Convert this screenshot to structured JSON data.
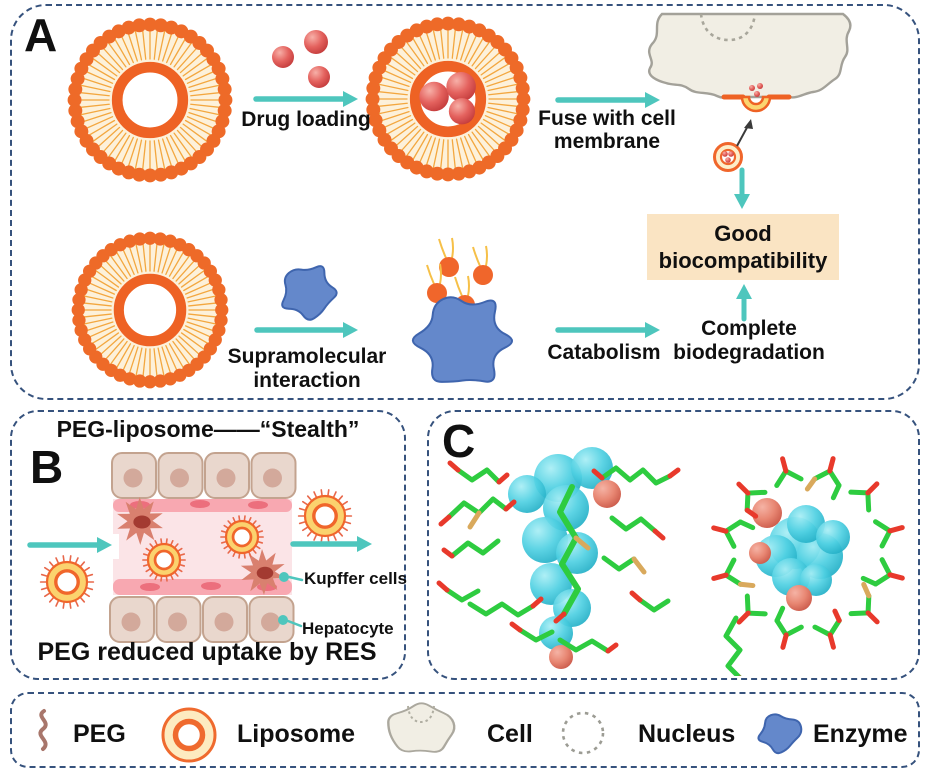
{
  "panels": {
    "a": {
      "label": "A",
      "steps": {
        "drug_loading": "Drug loading",
        "fuse": "Fuse with cell\nmembrane",
        "supramolecular": "Supramolecular\ninteraction",
        "catabolism": "Catabolism",
        "complete": "Complete\nbiodegradation"
      },
      "good_box": "Good\nbiocompatibility"
    },
    "b": {
      "label": "B",
      "title": "PEG-liposome——“Stealth”",
      "kupffer": "Kupffer cells",
      "hepatocyte": "Hepatocyte",
      "caption": "PEG reduced uptake by RES"
    },
    "c": {
      "label": "C"
    }
  },
  "legend": {
    "items": [
      {
        "label": "PEG",
        "icon": "peg-squiggle-icon"
      },
      {
        "label": "Liposome",
        "icon": "liposome-icon"
      },
      {
        "label": "Cell",
        "icon": "cell-icon"
      },
      {
        "label": "Nucleus",
        "icon": "nucleus-icon"
      },
      {
        "label": "Enzyme",
        "icon": "enzyme-icon"
      }
    ]
  },
  "colors": {
    "accent_teal": "#4EC6BD",
    "orange": "#F0662B",
    "orange_dark": "#EE6224",
    "cream": "#FDF1DA",
    "navy_border": "#36527D",
    "box_bg": "#FAE4C3",
    "enzyme_blue": "#6488CB",
    "drug_red": "#D94B4B",
    "cell_fill": "#F1EEE4",
    "vessel_pink": "#FBE4E7",
    "endothelium_pink": "#F8A8B1",
    "kupffer_color": "#D9806F",
    "hepatocyte_fill": "#E9D7CD",
    "peg_liposome_gold": "#FBD26E",
    "molecule_green": "#2ECC40",
    "molecule_red": "#E8392B",
    "molecule_cyan": "#4ED2E4",
    "molecule_salmon": "#E98E7E"
  }
}
